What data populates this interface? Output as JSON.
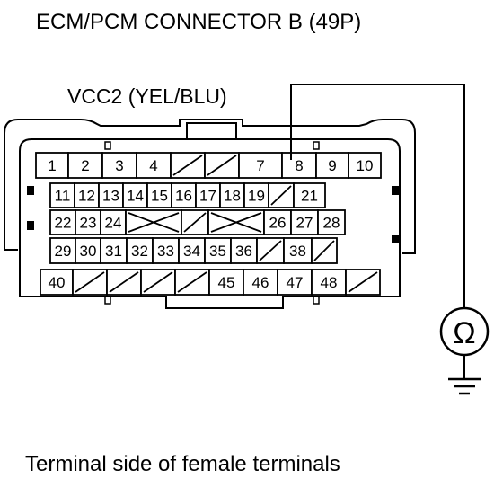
{
  "title": "ECM/PCM CONNECTOR B (49P)",
  "wire_label": "VCC2 (YEL/BLU)",
  "caption": "Terminal side of female terminals",
  "meter_symbol": "Ω",
  "icons": {
    "meter": "ohmmeter-icon",
    "ground": "ground-icon"
  },
  "rows": [
    [
      "1",
      "2",
      "3",
      "4",
      "/",
      "/",
      "7",
      "8",
      "9",
      "10"
    ],
    [
      "11",
      "12",
      "13",
      "14",
      "15",
      "16",
      "17",
      "18",
      "19",
      "/",
      "21"
    ],
    [
      "22",
      "23",
      "24",
      "X",
      "/",
      "X",
      "26",
      "27",
      "28"
    ],
    [
      "29",
      "30",
      "31",
      "32",
      "33",
      "34",
      "35",
      "36",
      "/",
      "38",
      "/"
    ],
    [
      "40",
      "/",
      "/",
      "/",
      "/",
      "45",
      "46",
      "47",
      "48",
      "/"
    ]
  ],
  "probe_terminal": "8"
}
